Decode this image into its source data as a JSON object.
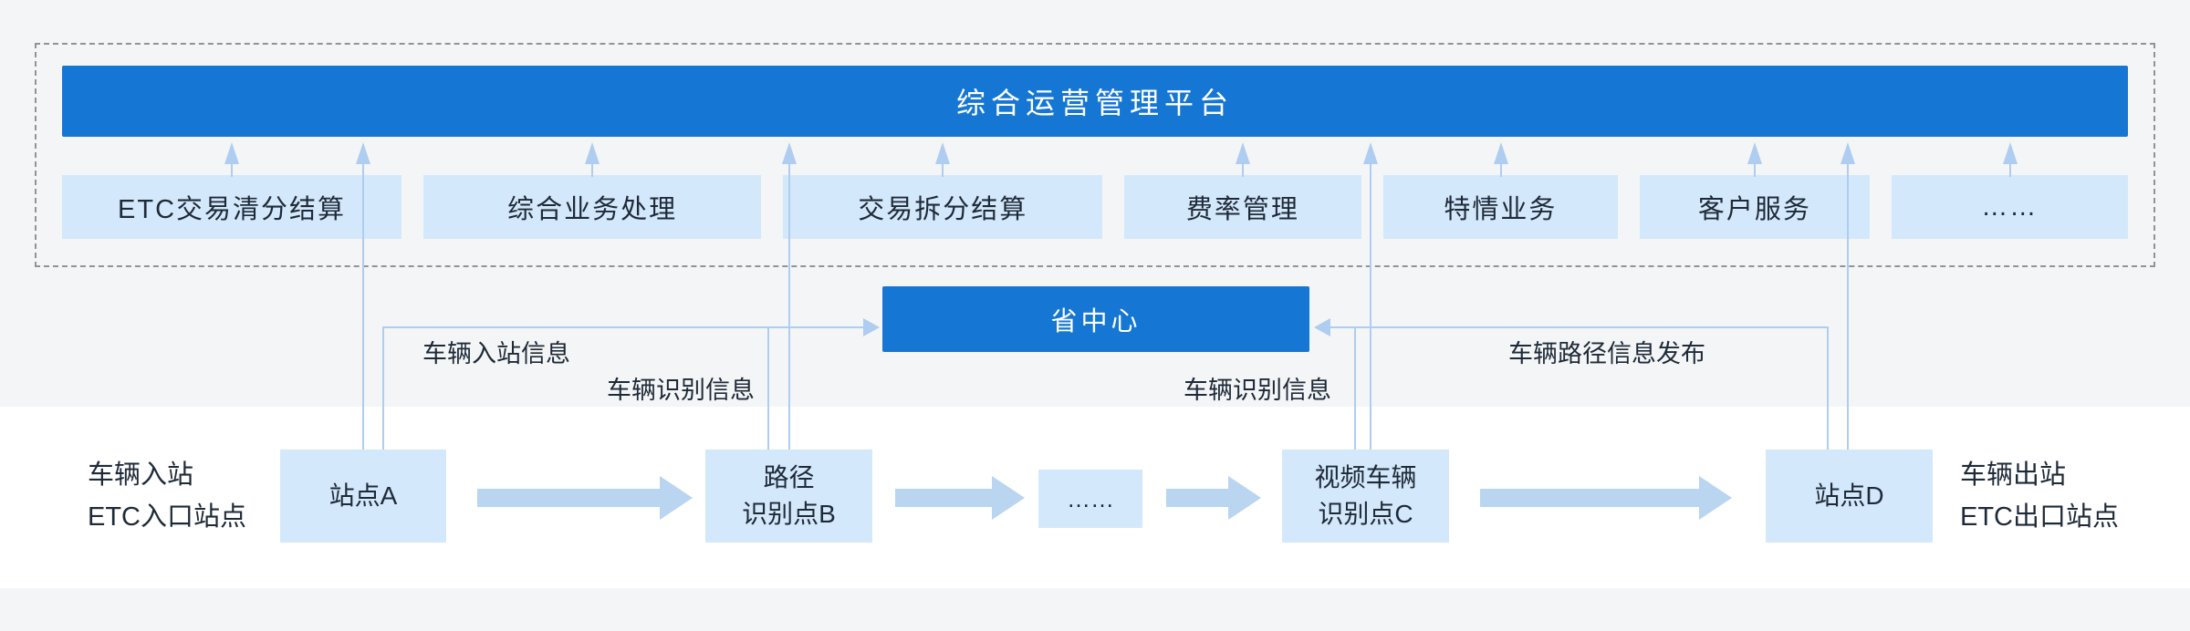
{
  "platform": {
    "title": "综合运营管理平台",
    "modules": [
      {
        "label": "ETC交易清分结算"
      },
      {
        "label": "综合业务处理"
      },
      {
        "label": "交易拆分结算"
      },
      {
        "label": "费率管理"
      },
      {
        "label": "特情业务"
      },
      {
        "label": "客户服务"
      },
      {
        "label": "……"
      }
    ]
  },
  "province_center": {
    "label": "省中心"
  },
  "flow_labels": {
    "vehicle_entry_info": "车辆入站信息",
    "vehicle_ident_info_left": "车辆识别信息",
    "vehicle_ident_info_right": "车辆识别信息",
    "vehicle_path_publish": "车辆路径信息发布"
  },
  "roadside": {
    "entry_caption": {
      "lines": [
        "车辆入站",
        "ETC入口站点"
      ]
    },
    "exit_caption": {
      "lines": [
        "车辆出站",
        "ETC出口站点"
      ]
    },
    "nodes": [
      {
        "lines": [
          "站点A"
        ]
      },
      {
        "lines": [
          "路径",
          "识别点B"
        ]
      },
      {
        "lines": [
          "……"
        ]
      },
      {
        "lines": [
          "视频车辆",
          "识别点C"
        ]
      },
      {
        "lines": [
          "站点D"
        ]
      }
    ]
  },
  "colors": {
    "primary_blue": "#1577d3",
    "light_blue_box": "#d4e8fb",
    "arrow_blue": "#aecdf0",
    "thick_arrow_blue": "#b9d5f0",
    "text_dark": "#1e2a38",
    "background_gray": "#f4f5f6",
    "white": "#ffffff",
    "dashed_border": "#8f9499"
  }
}
